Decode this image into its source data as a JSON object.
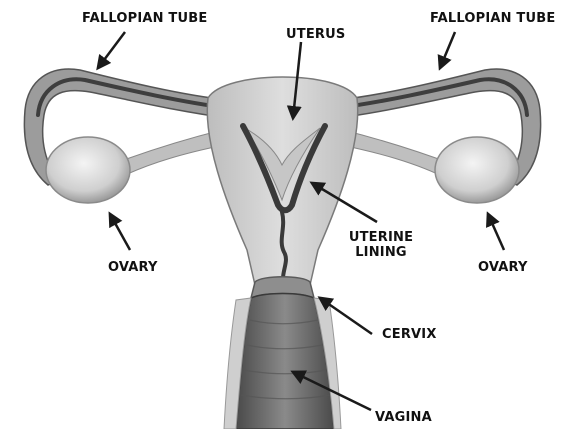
{
  "labels": {
    "fallopian_left": "FALLOPIAN TUBE",
    "fallopian_right": "FALLOPIAN TUBE",
    "uterus": "UTERUS",
    "ovary_left": "OVARY",
    "ovary_right": "OVARY",
    "uterine_lining_line1": "UTERINE",
    "uterine_lining_line2": "LINING",
    "cervix": "CERVIX",
    "vagina": "VAGINA"
  },
  "colors": {
    "tissue_light": "#d4d4d4",
    "tissue_mid": "#a9a9a9",
    "tissue_dark": "#5c5c5c",
    "lining": "#3a3a3a",
    "vagina": "#6e6e6e",
    "arrow": "#1a1a1a"
  }
}
